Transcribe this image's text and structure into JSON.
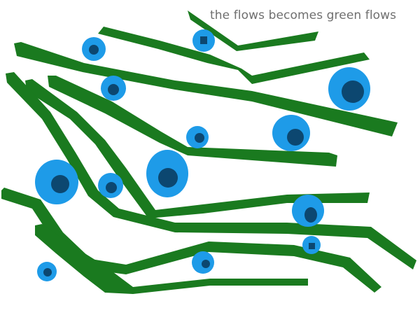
{
  "caption": "the flows becomes green flows",
  "colors": {
    "background": "#ffffff",
    "flow": "#1a7a1f",
    "cell_outer": "#1e9be8",
    "cell_inner": "#0c4770",
    "caption": "#6f6f6f"
  },
  "shapes": {
    "flows": "green-flow-strokes",
    "cells": "blue-circles-with-dark-nuclei"
  }
}
